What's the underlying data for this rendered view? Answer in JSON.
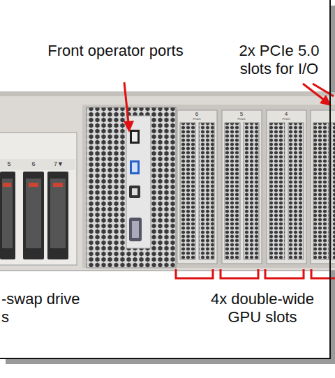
{
  "diagram": {
    "labels": [
      "Front operator ports",
      "2x PCIe 5.0 slots for I/O",
      "-swap drive s",
      "4x double-wide GPU slots",
      "6",
      "PCIe5",
      "5",
      "PCIe5",
      "4",
      "PCIe5",
      "5",
      "6",
      "7▼"
    ]
  }
}
